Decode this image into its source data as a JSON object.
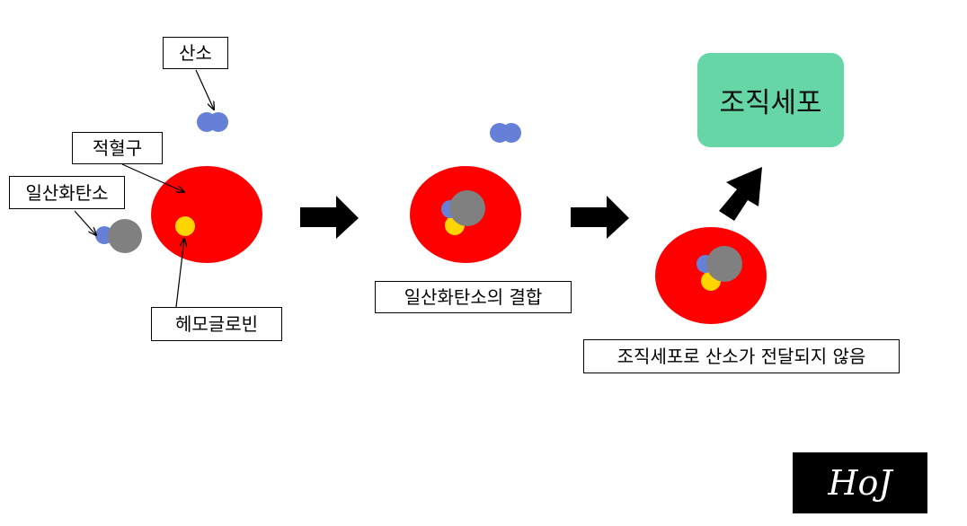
{
  "labels": {
    "oxygen": "산소",
    "red_blood_cell": "적혈구",
    "carbon_monoxide": "일산화탄소",
    "hemoglobin": "헤모글로빈",
    "co_binding": "일산화탄소의 결합",
    "result": "조직세포로 산소가 전달되지 않음",
    "tissue_cell": "조직세포"
  },
  "logo": "HoJ",
  "colors": {
    "red_blood_cell": "#ff0000",
    "hemoglobin": "#ffd500",
    "oxygen": "#6680d8",
    "carbon_monoxide_gray": "#808080",
    "tissue_cell": "#66d6a6",
    "arrow": "#000000"
  }
}
